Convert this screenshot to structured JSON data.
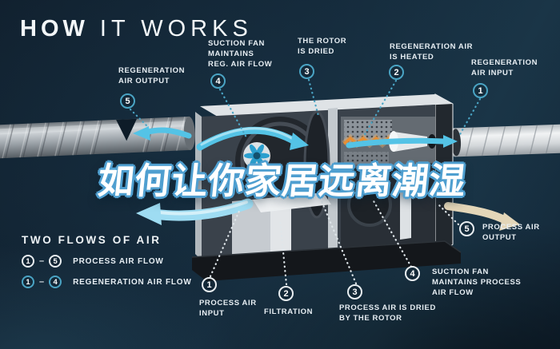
{
  "header": {
    "title_bold": "HOW",
    "title_light": " IT WORKS"
  },
  "overlay": {
    "title": "如何让你家居远离潮湿"
  },
  "colors": {
    "background_navy": "#14293a",
    "accent_teal": "#4aa4c4",
    "circle_white": "#e9eef1",
    "arrow_cyan": "#54c3e6",
    "swoosh_light_blue": "#9edcf2",
    "swoosh_beige": "#e3d6b8",
    "heater_orange": "#e78f35",
    "title_fill": "#ffffff",
    "title_outline_blue": "#4f9fd0"
  },
  "callouts": {
    "regeneration": [
      {
        "num": "5",
        "line1": "REGENERATION",
        "line2": "AIR OUTPUT"
      },
      {
        "num": "4",
        "line1": "SUCTION FAN",
        "line2": "MAINTAINS",
        "line3": "REG. AIR FLOW"
      },
      {
        "num": "3",
        "line1": "THE ROTOR",
        "line2": "IS DRIED"
      },
      {
        "num": "2",
        "line1": "REGENERATION AIR",
        "line2": "IS HEATED"
      },
      {
        "num": "1",
        "line1": "REGENERATION",
        "line2": "AIR INPUT"
      }
    ],
    "process": [
      {
        "num": "1",
        "line1": "PROCESS AIR",
        "line2": "INPUT"
      },
      {
        "num": "2",
        "line1": "FILTRATION"
      },
      {
        "num": "3",
        "line1": "PROCESS AIR IS DRIED",
        "line2": "BY THE ROTOR"
      },
      {
        "num": "4",
        "line1": "SUCTION FAN",
        "line2": "MAINTAINS PROCESS",
        "line3": "AIR FLOW"
      },
      {
        "num": "5",
        "line1": "PROCESS AIR",
        "line2": "OUTPUT"
      }
    ]
  },
  "legend": {
    "title": "TWO FLOWS OF AIR",
    "separator": "–",
    "rows": [
      {
        "from": "1",
        "to": "5",
        "label": "PROCESS AIR FLOW",
        "style": "process"
      },
      {
        "from": "1",
        "to": "4",
        "label": "REGENERATION AIR FLOW",
        "style": "regeneration"
      }
    ]
  }
}
